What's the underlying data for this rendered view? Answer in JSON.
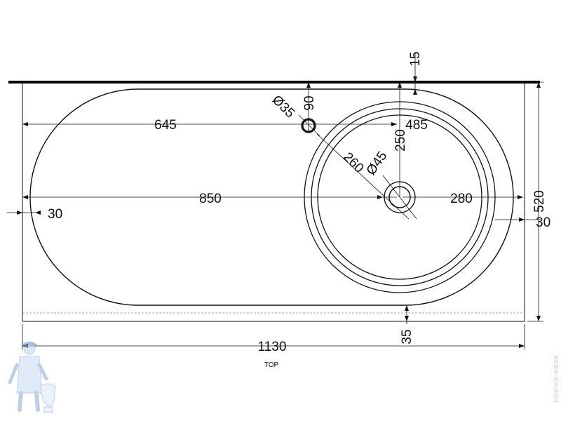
{
  "drawing": {
    "view_label": "TOP",
    "watermark": "аква-юнион",
    "dimensions": {
      "overall_width": "1130",
      "overall_depth": "520",
      "bowl_length": "850",
      "bowl_straight": "645",
      "side_offset": "30",
      "right_offset": "30",
      "bottom_offset": "35",
      "back_offset": "15",
      "tap_hole_from_back": "90",
      "tap_hole_diameter": "Ø35",
      "tap_to_drain": "260",
      "drain_diameter": "Ø45",
      "drain_from_back": "250",
      "drain_from_right": "485",
      "basin_radius": "280"
    }
  },
  "colors": {
    "line": "#111111",
    "watermark": "#c8d0e0"
  }
}
